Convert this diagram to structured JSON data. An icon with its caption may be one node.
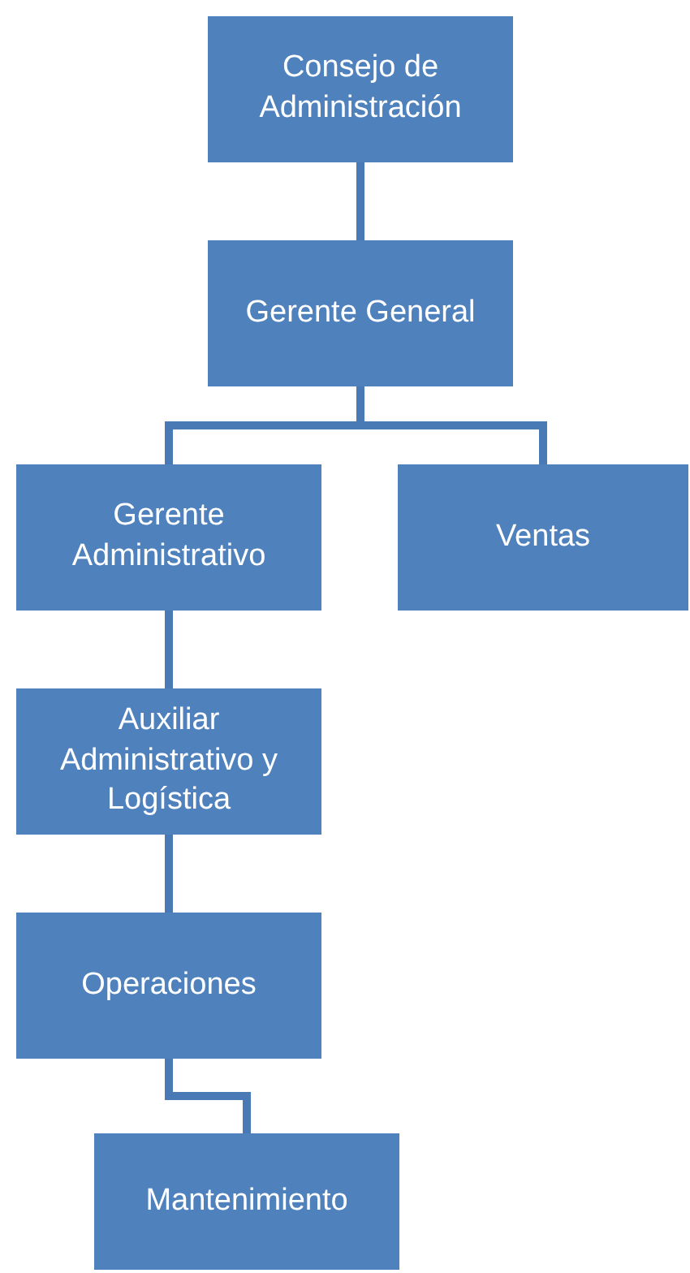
{
  "diagram": {
    "nodes": [
      {
        "text": [
          "Consejo de Administración"
        ]
      },
      {
        "text": [
          "Gerente General"
        ]
      },
      {
        "text": [
          "Gerente Administrativo"
        ]
      },
      {
        "text": [
          "Ventas"
        ]
      },
      {
        "text": [
          "Auxiliar Administrativo y Logística"
        ]
      },
      {
        "text": [
          "Operaciones"
        ]
      },
      {
        "text": [
          "Mantenimiento"
        ]
      }
    ],
    "edges": [
      {
        "from": 0,
        "to": 1,
        "arrow": "none"
      },
      {
        "from": 1,
        "to": 2,
        "arrow": "none"
      },
      {
        "from": 1,
        "to": 3,
        "arrow": "none"
      },
      {
        "from": 2,
        "to": 4,
        "arrow": "none"
      },
      {
        "from": 4,
        "to": 5,
        "arrow": "none"
      },
      {
        "from": 5,
        "to": 6,
        "arrow": "none"
      }
    ]
  }
}
